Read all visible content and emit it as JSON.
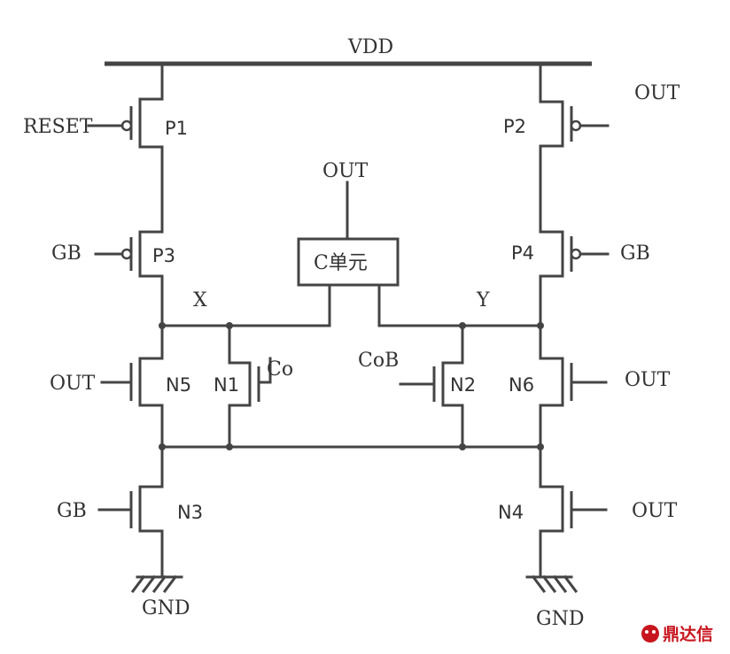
{
  "rails": {
    "vdd": "VDD",
    "gnd_left": "GND",
    "gnd_right": "GND"
  },
  "nodes": {
    "x": "X",
    "y": "Y",
    "c_out": "OUT"
  },
  "c_unit": {
    "label": "C单元"
  },
  "transistors": {
    "p1": {
      "name": "P1",
      "input": "RESET"
    },
    "p2": {
      "name": "P2",
      "input": "OUT"
    },
    "p3": {
      "name": "P3",
      "input": "GB"
    },
    "p4": {
      "name": "P4",
      "input": "GB"
    },
    "n1": {
      "name": "N1",
      "input": "Co"
    },
    "n2": {
      "name": "N2",
      "input": "CoB"
    },
    "n3": {
      "name": "N3",
      "input": "GB"
    },
    "n4": {
      "name": "N4",
      "input": "OUT"
    },
    "n5": {
      "name": "N5",
      "input": "OUT"
    },
    "n6": {
      "name": "N6",
      "input": "OUT"
    }
  },
  "watermark": {
    "text": "鼎达信"
  },
  "colors": {
    "wire": "#444444",
    "watermark": "#c8161e"
  }
}
